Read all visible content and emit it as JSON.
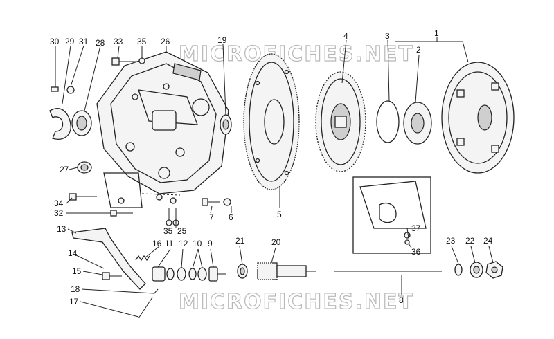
{
  "watermark": {
    "top": "MICROFICHES.NET",
    "bottom": "MICROFICHES.NET"
  },
  "labels": {
    "p1": "1",
    "p2": "2",
    "p3": "3",
    "p4": "4",
    "p5": "5",
    "p6": "6",
    "p7": "7",
    "p8": "8",
    "p9": "9",
    "p10": "10",
    "p11": "11",
    "p12": "12",
    "p13": "13",
    "p14": "14",
    "p15": "15",
    "p16": "16",
    "p17": "17",
    "p18": "18",
    "p19": "19",
    "p20": "20",
    "p21": "21",
    "p22": "22",
    "p23": "23",
    "p24": "24",
    "p25": "25",
    "p26": "26",
    "p27": "27",
    "p28": "28",
    "p29": "29",
    "p30": "30",
    "p31": "31",
    "p32": "32",
    "p33": "33",
    "p34": "34",
    "p35a": "35",
    "p35b": "35",
    "p36": "36",
    "p37": "37"
  }
}
